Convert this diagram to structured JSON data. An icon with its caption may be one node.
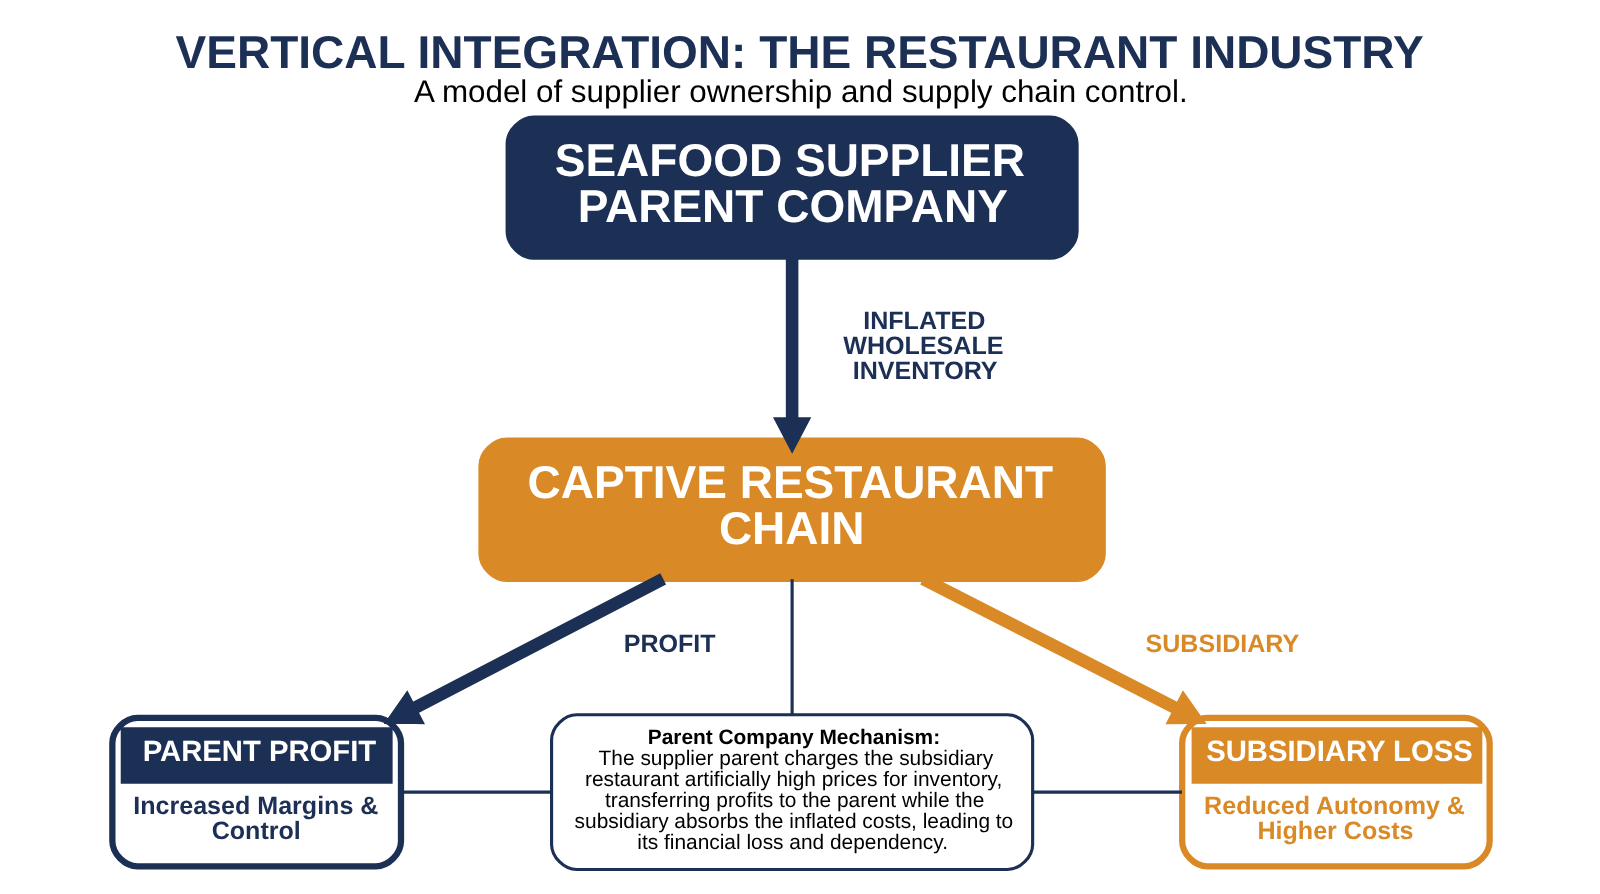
{
  "diagram": {
    "title": "VERTICAL INTEGRATION: THE RESTAURANT INDUSTRY",
    "caption": "A model of supplier ownership and supply chain control.",
    "nodes": [
      {
        "text": [
          "SEAFOOD SUPPLIER PARENT COMPANY"
        ]
      },
      {
        "text": [
          "CAPTIVE RESTAURANT CHAIN"
        ]
      },
      {
        "text": [
          "PARENT PROFIT",
          "Increased Margins & Control"
        ]
      },
      {
        "text": [
          "**Parent Company Mechanism:** The supplier parent charges the subsidiary restaurant artificially high prices for inventory, transferring profits to the parent while the subsidiary absorbs the inflated costs, leading to its financial loss and dependency."
        ]
      },
      {
        "text": [
          "SUBSIDIARY LOSS",
          "Reduced Autonomy & Higher Costs"
        ]
      }
    ],
    "edges": [
      {
        "from": 0,
        "to": 1,
        "arrow": "to",
        "label": "INFLATED WHOLESALE INVENTORY",
        "style": "thick"
      },
      {
        "from": 1,
        "to": 2,
        "arrow": "to",
        "label": "PROFIT",
        "style": "thick"
      },
      {
        "from": 1,
        "to": 4,
        "arrow": "to",
        "label": "SUBSIDIARY",
        "style": "thick",
        "color": "#d98a26"
      },
      {
        "from": 1,
        "to": 3,
        "arrow": "none"
      },
      {
        "from": 2,
        "to": 3,
        "arrow": "none"
      },
      {
        "from": 3,
        "to": 4,
        "arrow": "none"
      }
    ]
  }
}
